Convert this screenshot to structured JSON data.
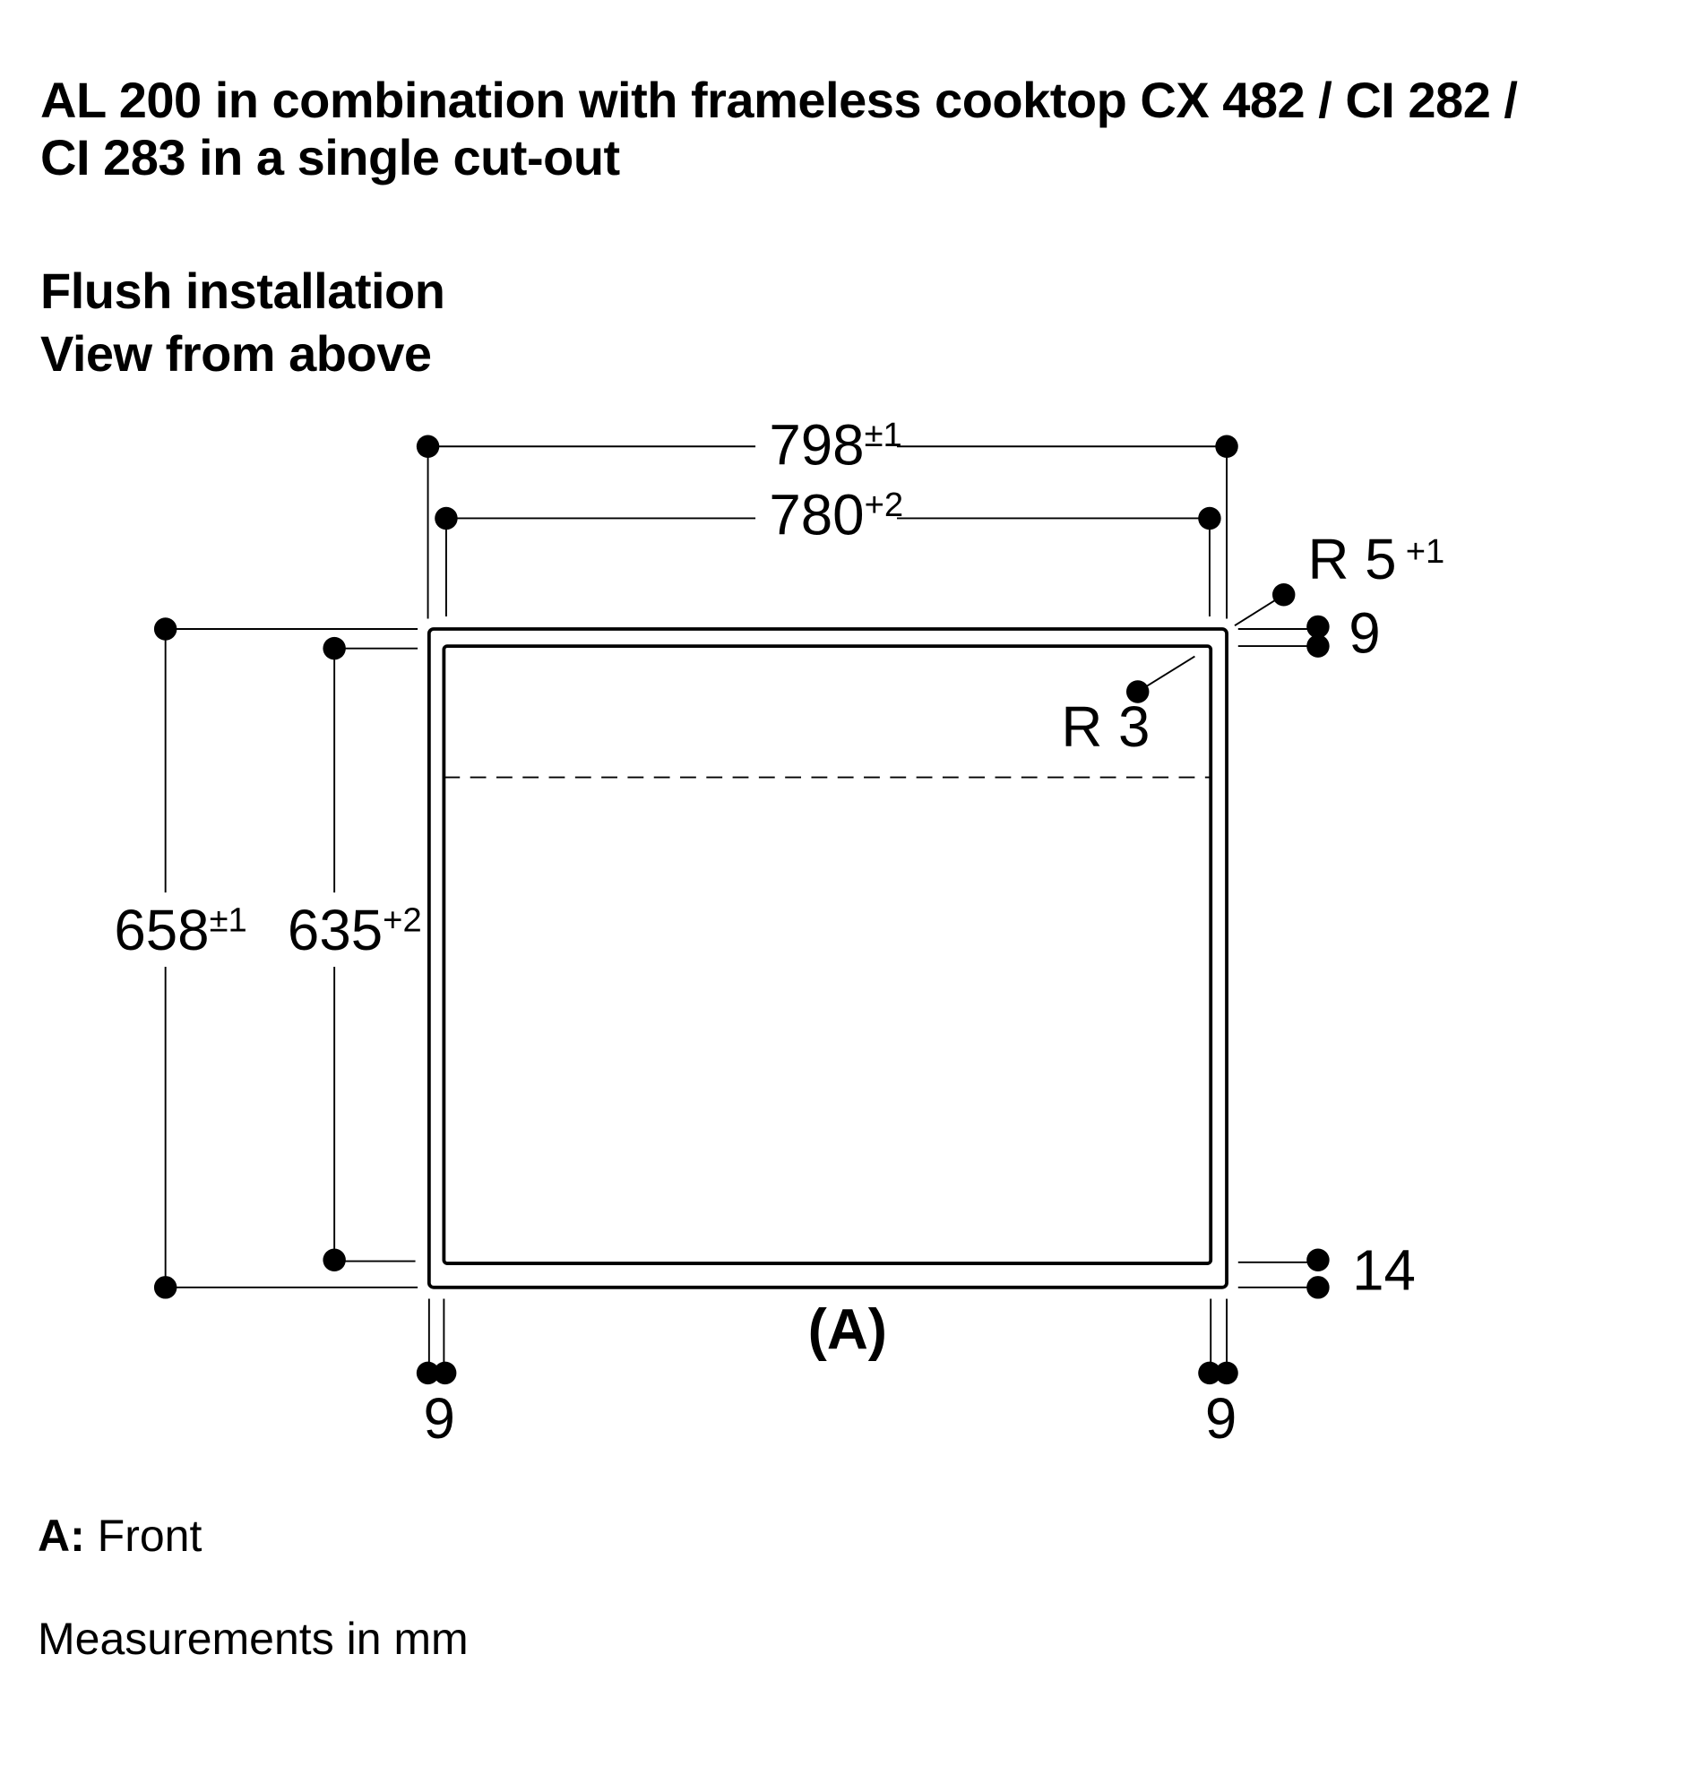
{
  "title": {
    "line1": "AL 200 in combination with frameless cooktop CX 482 / CI 282 /",
    "line2": "CI 283 in a single cut-out"
  },
  "subtitle": {
    "line1": "Flush installation",
    "line2": "View from above"
  },
  "dimensions": {
    "outer_width": {
      "value": "798",
      "tolerance": "±1"
    },
    "inner_width": {
      "value": "780",
      "tolerance": "+2"
    },
    "outer_depth": {
      "value": "658",
      "tolerance": "±1"
    },
    "inner_depth": {
      "value": "635",
      "tolerance": "+2"
    },
    "outer_radius": {
      "value": "R 5",
      "tolerance": "+1"
    },
    "inner_radius": {
      "value": "R 3"
    },
    "top_gap": "9",
    "bottom_gap": "14",
    "left_gap": "9",
    "right_gap": "9"
  },
  "front_marker": "(A)",
  "legend": {
    "key": "A:",
    "value": "Front",
    "units": "Measurements in mm"
  }
}
